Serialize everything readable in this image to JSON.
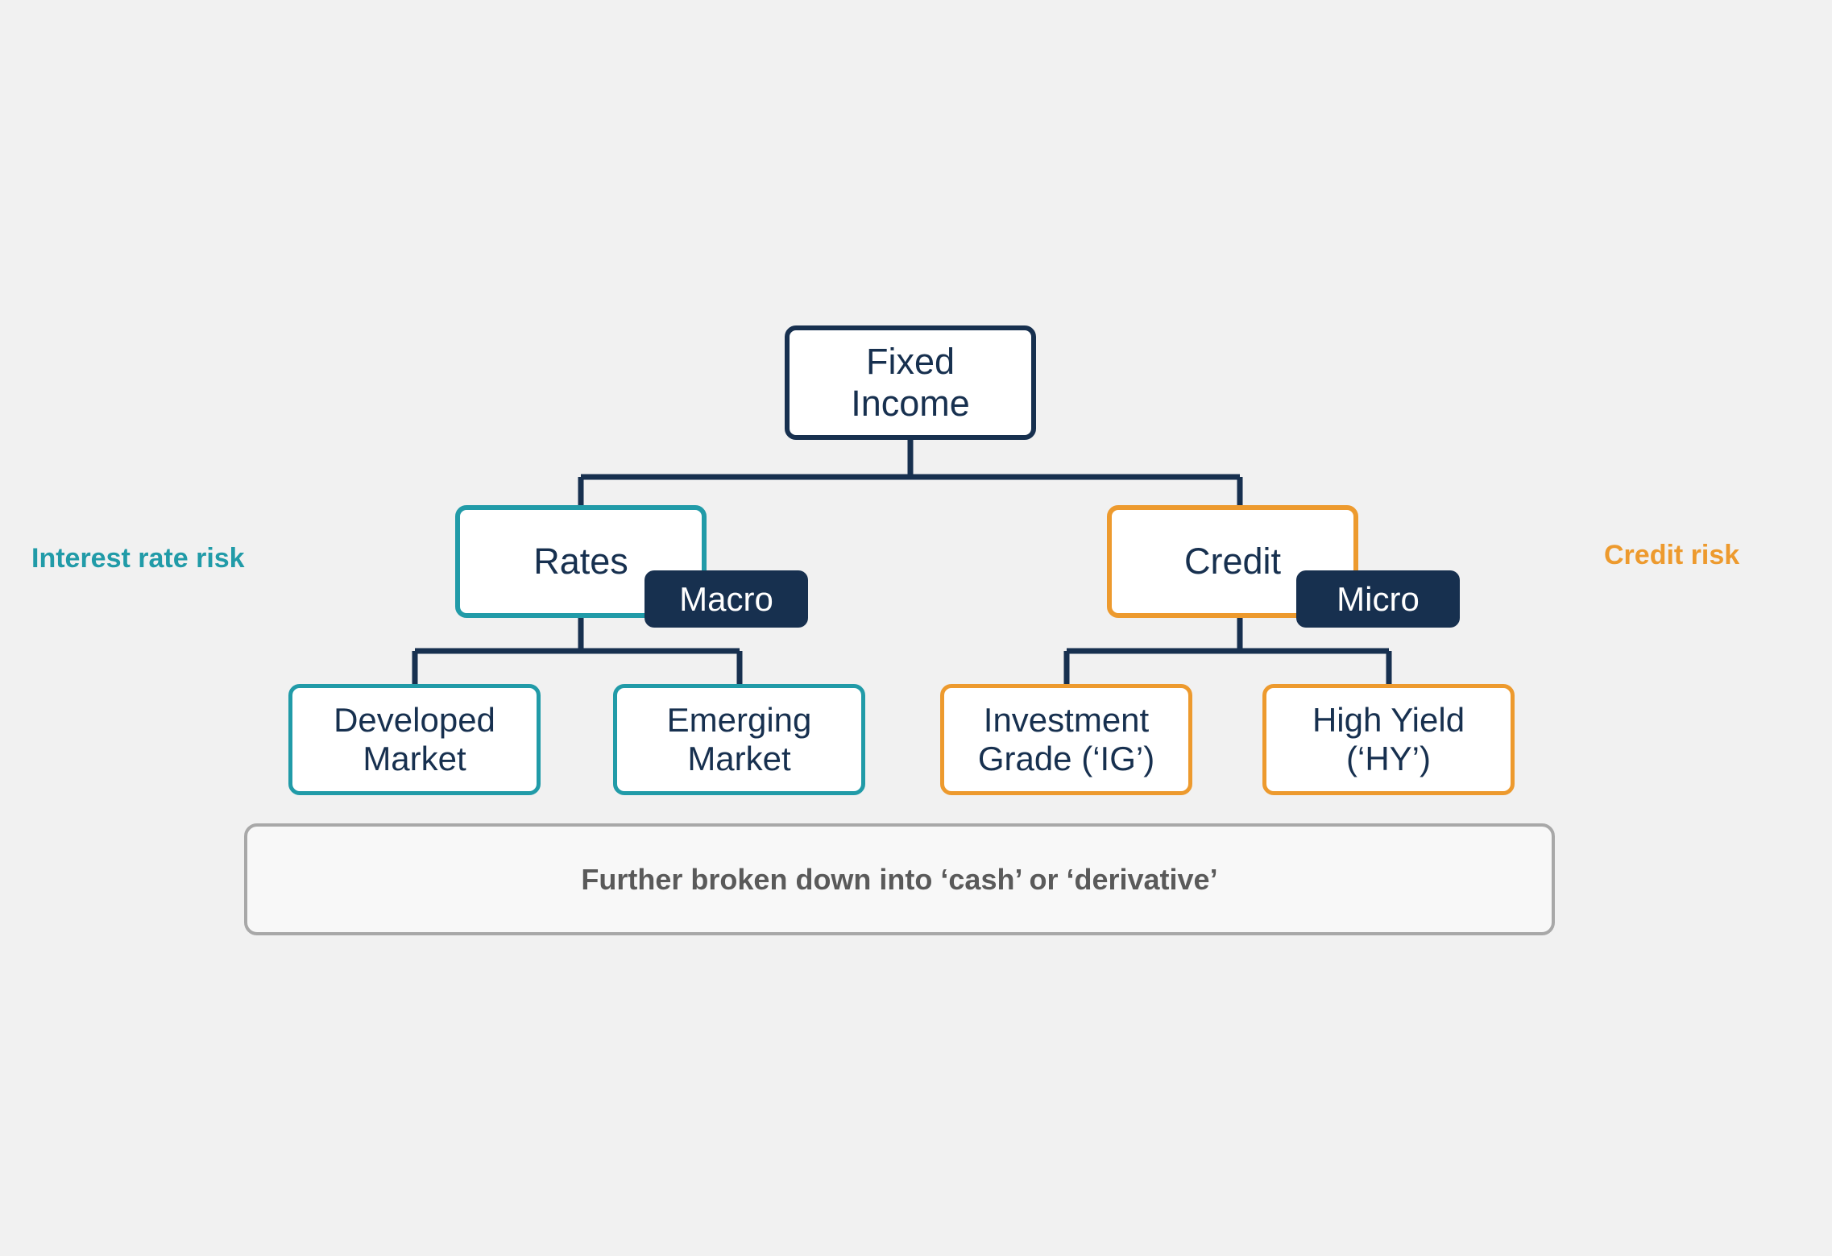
{
  "canvas": {
    "background_color": "#F1F1F1"
  },
  "palette": {
    "navy": "#17304F",
    "teal": "#219BA8",
    "orange": "#ED9A2E",
    "gray_border": "#A8A8A8",
    "gray_text": "#5A5A5A",
    "white": "#FFFFFF"
  },
  "diagram": {
    "type": "tree",
    "root": {
      "label": "Fixed\nIncome",
      "color": "#17304F"
    },
    "branches": [
      {
        "label": "Rates",
        "color": "#219BA8",
        "badge": "Macro",
        "risk_label": "Interest rate risk",
        "children": [
          {
            "label": "Developed\nMarket",
            "color": "#219BA8"
          },
          {
            "label": "Emerging\nMarket",
            "color": "#219BA8"
          }
        ]
      },
      {
        "label": "Credit",
        "color": "#ED9A2E",
        "badge": "Micro",
        "risk_label": "Credit risk",
        "children": [
          {
            "label": "Investment\nGrade (‘IG’)",
            "color": "#ED9A2E"
          },
          {
            "label": "High Yield\n(‘HY’)",
            "color": "#ED9A2E"
          }
        ]
      }
    ],
    "footer_note": "Further broken down into ‘cash’ or ‘derivative’"
  }
}
